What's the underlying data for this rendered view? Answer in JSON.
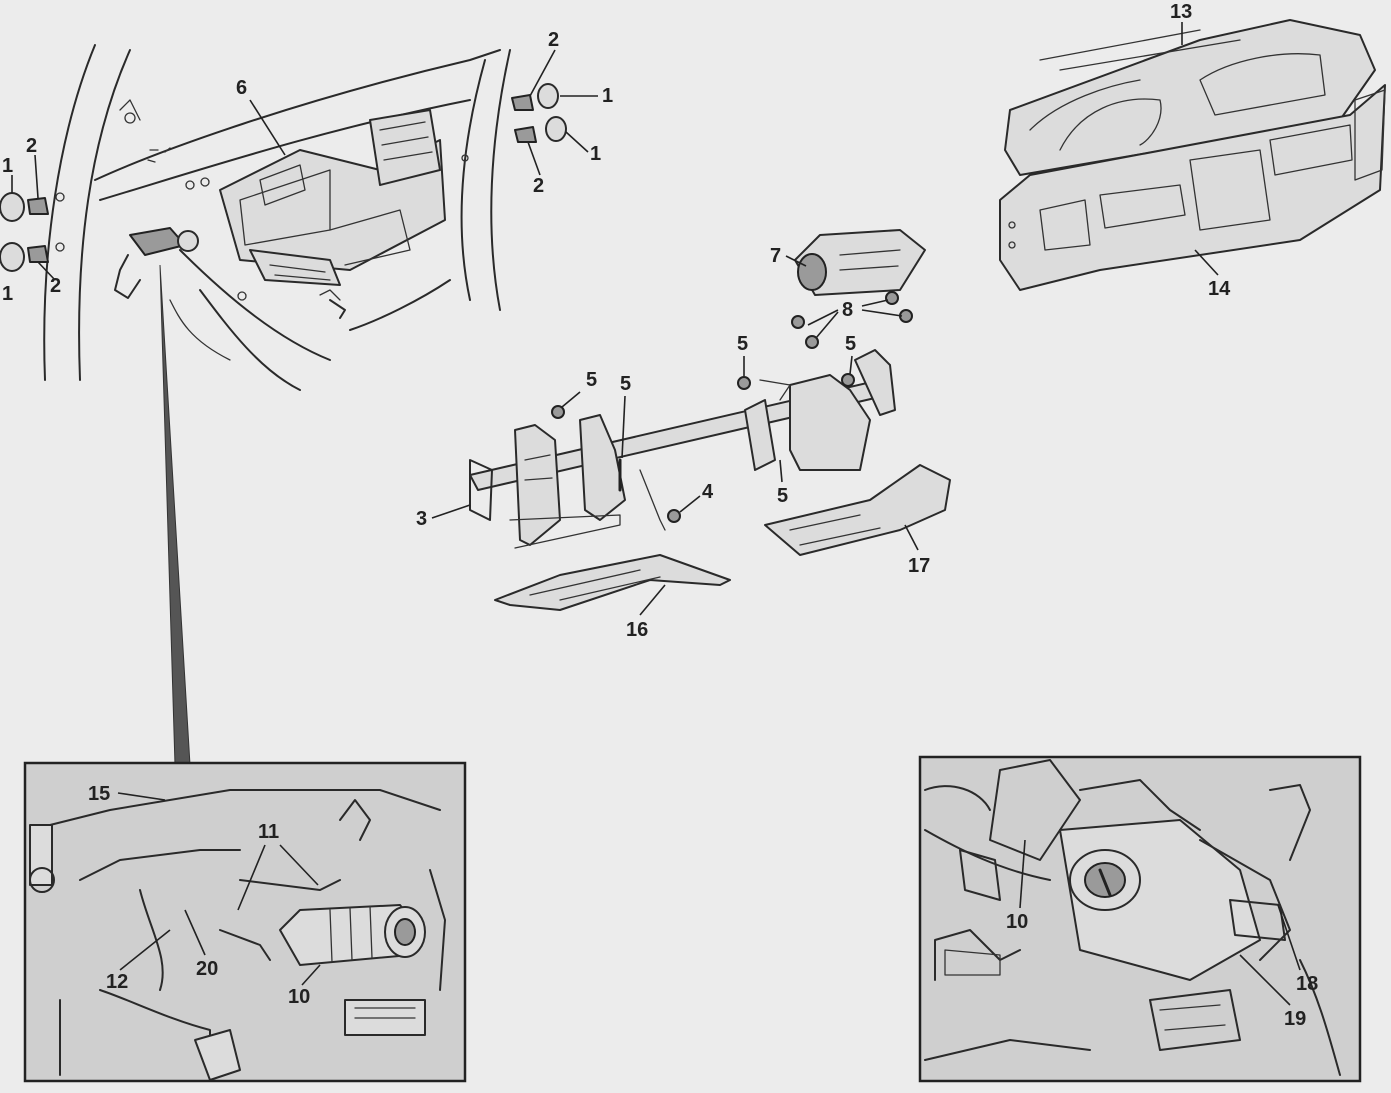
{
  "callouts": {
    "c1a": "1",
    "c1b": "1",
    "c1c": "1",
    "c1d": "1",
    "c2a": "2",
    "c2b": "2",
    "c2c": "2",
    "c2d": "2",
    "c3": "3",
    "c4": "4",
    "c5a": "5",
    "c5b": "5",
    "c5c": "5",
    "c5d": "5",
    "c5e": "5",
    "c6": "6",
    "c7": "7",
    "c8": "8",
    "c10a": "10",
    "c10b": "10",
    "c11": "11",
    "c12": "12",
    "c13": "13",
    "c14": "14",
    "c15": "15",
    "c16": "16",
    "c17": "17",
    "c18": "18",
    "c19": "19",
    "c20": "20"
  }
}
